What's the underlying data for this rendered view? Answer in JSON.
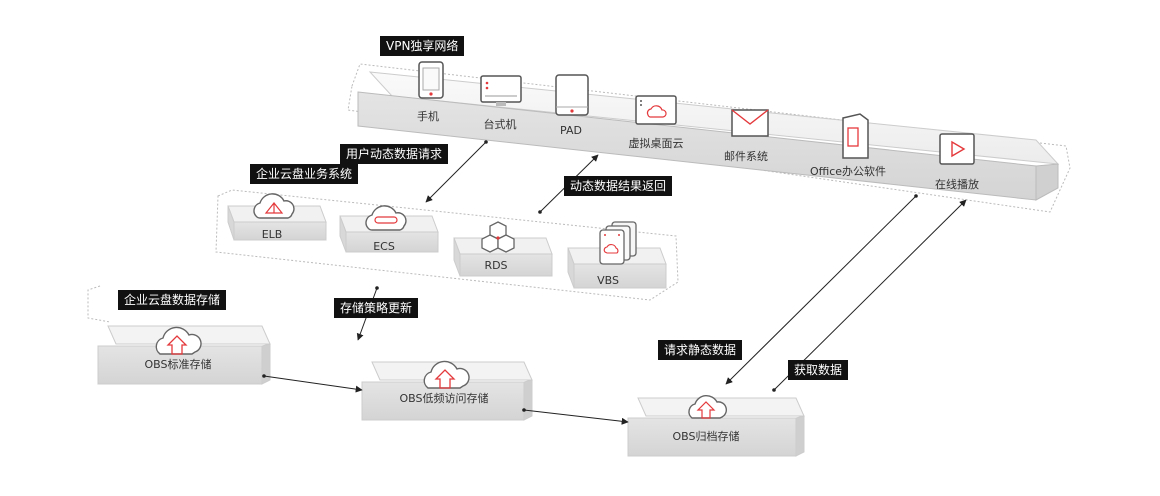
{
  "vpn": {
    "title": "VPN独享网络",
    "devices": [
      "手机",
      "台式机",
      "PAD",
      "虚拟桌面云",
      "邮件系统",
      "Office办公软件",
      "在线播放"
    ]
  },
  "business": {
    "title": "企业云盘业务系统",
    "services": [
      "ELB",
      "ECS",
      "RDS",
      "VBS"
    ]
  },
  "storage": {
    "title": "企业云盘数据存储",
    "standard": "OBS标准存储",
    "infrequent": "OBS低频访问存储",
    "archive": "OBS归档存储"
  },
  "flows": {
    "user_request": "用户动态数据请求",
    "dynamic_return": "动态数据结果返回",
    "storage_policy": "存储策略更新",
    "static_request": "请求静态数据",
    "get_data": "获取数据"
  },
  "colors": {
    "accent": "#e4393c",
    "tag_bg": "#111111",
    "panel": "#e9e9e9"
  }
}
